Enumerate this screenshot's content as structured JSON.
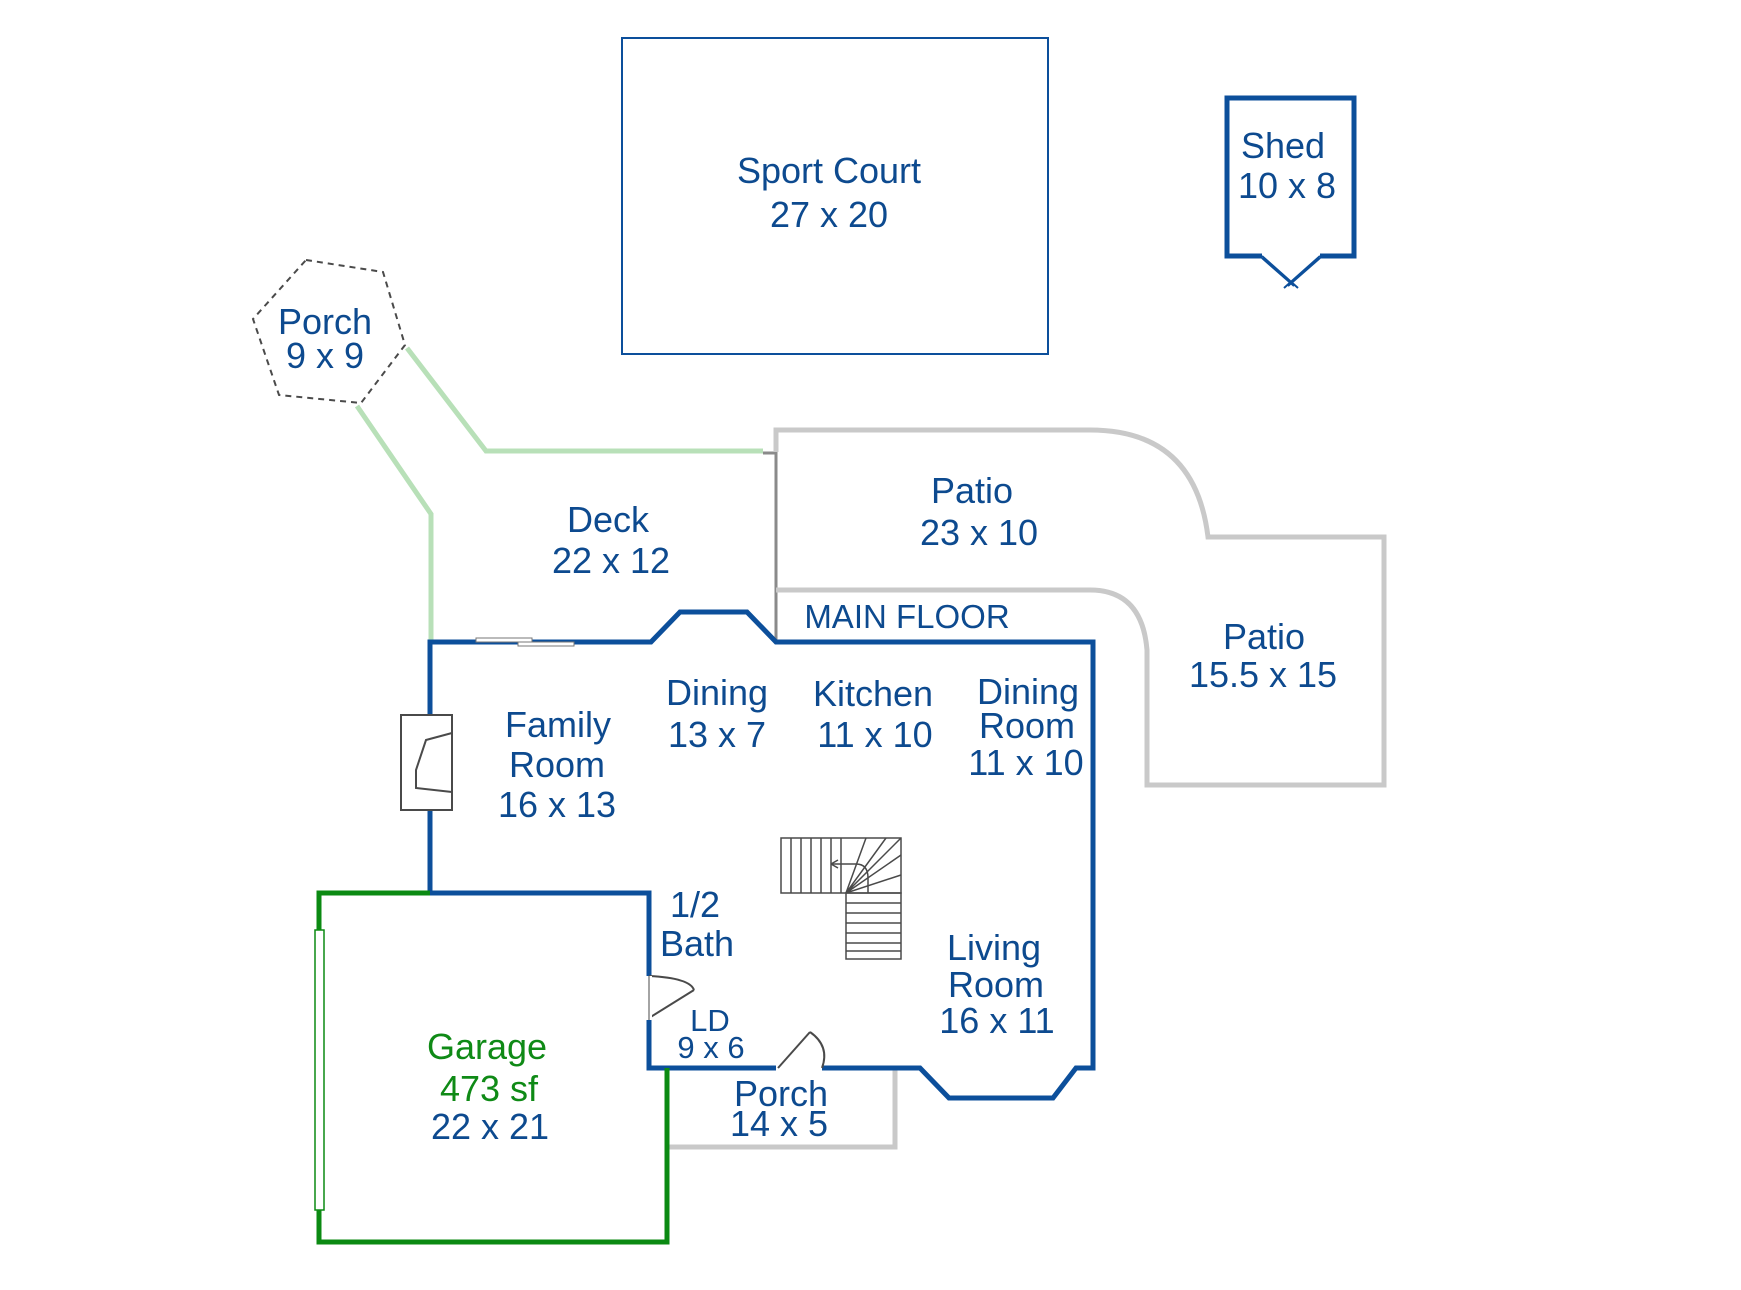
{
  "colors": {
    "label_blue": "#0d4a8f",
    "wall_blue": "#0c4f9b",
    "garage_green": "#0b8a12",
    "deck_green": "#b8e0b8",
    "outline_grey": "#c9c9c9",
    "background": "#ffffff"
  },
  "floor_label": "MAIN FLOOR",
  "rooms": {
    "sport_court": {
      "name": "Sport Court",
      "size": "27 x 20"
    },
    "shed": {
      "name": "Shed",
      "size": "10 x 8"
    },
    "porch_top": {
      "name": "Porch",
      "size": "9 x 9"
    },
    "deck": {
      "name": "Deck",
      "size": "22 x 12"
    },
    "patio_top": {
      "name": "Patio",
      "size": "23 x 10"
    },
    "patio_right": {
      "name": "Patio",
      "size": "15.5 x 15"
    },
    "family_room": {
      "name_line1": "Family",
      "name_line2": "Room",
      "size": "16 x 13"
    },
    "dining": {
      "name": "Dining",
      "size": "13 x 7"
    },
    "kitchen": {
      "name": "Kitchen",
      "size": "11 x 10"
    },
    "dining_room": {
      "name_line1": "Dining",
      "name_line2": "Room",
      "size": "11 x 10"
    },
    "half_bath": {
      "name_line1": "1/2",
      "name_line2": "Bath"
    },
    "living_room": {
      "name_line1": "Living",
      "name_line2": "Room",
      "size": "16 x 11"
    },
    "ld": {
      "name": "LD",
      "size": "9 x 6"
    },
    "porch_bottom": {
      "name": "Porch",
      "size": "14 x 5"
    },
    "garage": {
      "name": "Garage",
      "area": "473 sf",
      "size": "22 x 21"
    }
  }
}
